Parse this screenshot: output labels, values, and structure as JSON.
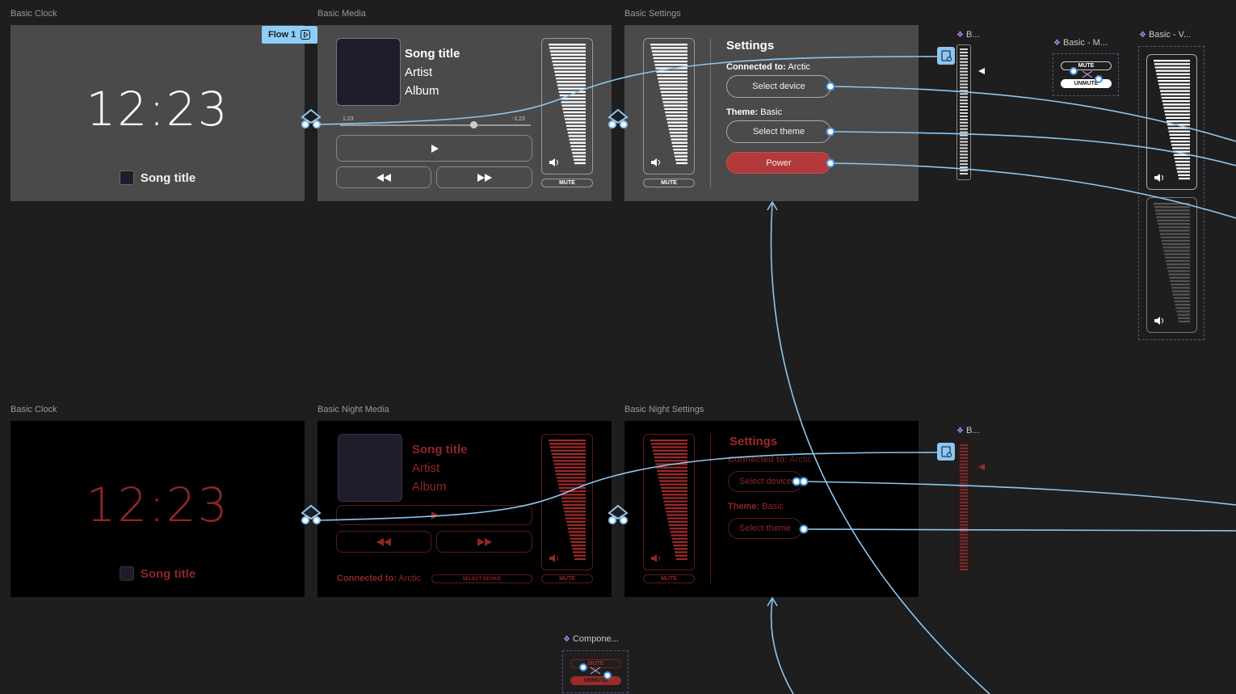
{
  "colors": {
    "canvas": "#1e1e1e",
    "day_frame": "#4a4a4a",
    "night_frame": "#000000",
    "night_red": "#9b2a2a",
    "power_red": "#b23a3a",
    "wire_blue": "#8ec6f0",
    "component_purple": "#b48cf5"
  },
  "flow_tag": {
    "label": "Flow 1",
    "icon": "play-square-icon"
  },
  "frames": {
    "day_clock": {
      "label": "Basic Clock",
      "time": "12:23",
      "song": "Song title"
    },
    "day_media": {
      "label": "Basic Media",
      "song": "Song title",
      "artist": "Artist",
      "album": "Album",
      "elapsed": "1:23",
      "remaining": "-1:23",
      "progress": 0.7,
      "mute": "MUTE"
    },
    "day_settings": {
      "label": "Basic Settings",
      "title": "Settings",
      "connected_label": "Connected to:",
      "connected_value": "Arctic",
      "select_device": "Select device",
      "theme_label": "Theme:",
      "theme_value": "Basic",
      "select_theme": "Select theme",
      "power": "Power",
      "mute": "MUTE"
    },
    "night_clock": {
      "label": "Basic Clock",
      "time": "12:23",
      "song": "Song title"
    },
    "night_media": {
      "label": "Basic Night Media",
      "song": "Song title",
      "artist": "Artist",
      "album": "Album",
      "connected_label": "Connected to:",
      "connected_value": "Arctic",
      "select_device": "SELECT DEVICE",
      "mute": "MUTE"
    },
    "night_settings": {
      "label": "Basic Night Settings",
      "title": "Settings",
      "connected_label": "Connected to:",
      "connected_value": "Arctic",
      "select_device": "Select device",
      "theme_label": "Theme:",
      "theme_value": "Basic",
      "select_theme": "Select theme",
      "mute": "MUTE"
    }
  },
  "components": {
    "brightness_day": "B...",
    "mute_toggle": {
      "label": "Basic - M...",
      "mute": "MUTE",
      "unmute": "UNMUTE"
    },
    "volume_variants": "Basic - V...",
    "brightness_night": "B...",
    "night_mute_toggle": {
      "label": "Compone...",
      "mute": "MUTE",
      "unmute": "UNMUTE"
    }
  }
}
